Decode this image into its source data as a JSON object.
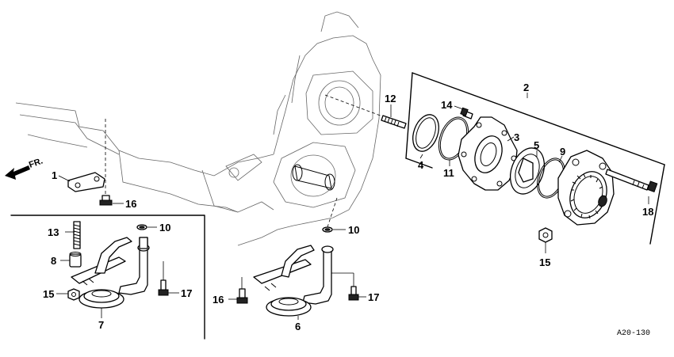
{
  "diagram": {
    "code": "A20-130",
    "direction": "FR."
  },
  "callouts": [
    {
      "id": "c1",
      "text": "1"
    },
    {
      "id": "c2",
      "text": "2"
    },
    {
      "id": "c3",
      "text": "3"
    },
    {
      "id": "c4",
      "text": "4"
    },
    {
      "id": "c5",
      "text": "5"
    },
    {
      "id": "c6",
      "text": "6"
    },
    {
      "id": "c7",
      "text": "7"
    },
    {
      "id": "c8",
      "text": "8"
    },
    {
      "id": "c9",
      "text": "9"
    },
    {
      "id": "c10a",
      "text": "10"
    },
    {
      "id": "c10b",
      "text": "10"
    },
    {
      "id": "c11",
      "text": "11"
    },
    {
      "id": "c12",
      "text": "12"
    },
    {
      "id": "c13",
      "text": "13"
    },
    {
      "id": "c14",
      "text": "14"
    },
    {
      "id": "c15a",
      "text": "15"
    },
    {
      "id": "c15b",
      "text": "15"
    },
    {
      "id": "c16a",
      "text": "16"
    },
    {
      "id": "c16b",
      "text": "16"
    },
    {
      "id": "c17a",
      "text": "17"
    },
    {
      "id": "c17b",
      "text": "17"
    },
    {
      "id": "c18",
      "text": "18"
    }
  ]
}
